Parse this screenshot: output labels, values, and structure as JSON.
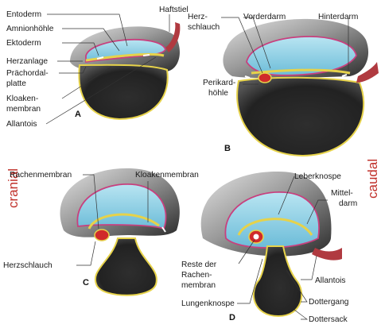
{
  "colors": {
    "shell_dark": "#252525",
    "shell_light": "#cfcfcf",
    "amnion_blue": "#8fd0e6",
    "endoderm_yellow": "#e6d24a",
    "ectoderm_pink": "#c8407e",
    "heart_red": "#d02a2a",
    "accent_side": "#c0302a"
  },
  "side_labels": {
    "cranial": "cranial",
    "caudal": "caudal"
  },
  "panels": {
    "a": "A",
    "b": "B",
    "c": "C",
    "d": "D"
  },
  "panel_a": {
    "entoderm": "Entoderm",
    "amnionhoehle": "Amnionhöhle",
    "ektoderm": "Ektoderm",
    "haftstiel": "Haftstiel",
    "herzanlage": "Herzanlage",
    "praechordal_1": "Prächordal-",
    "praechordal_2": "platte",
    "kloaken_1": "Kloaken-",
    "kloaken_2": "membran",
    "allantois": "Allantois"
  },
  "panel_b": {
    "herz_1": "Herz-",
    "herz_2": "schlauch",
    "vorderdarm": "Vorderdarm",
    "hinterdarm": "Hinterdarm",
    "perikard_1": "Perikard-",
    "perikard_2": "höhle"
  },
  "panel_c": {
    "rachenmembran": "Rachenmembran",
    "kloakenmembran": "Kloakenmembran",
    "herzschlauch": "Herzschlauch"
  },
  "panel_d": {
    "leberknospe": "Leberknospe",
    "mitteldarm_1": "Mittel-",
    "mitteldarm_2": "darm",
    "reste_1": "Reste der",
    "reste_2": "Rachen-",
    "reste_3": "membran",
    "lungenknospe": "Lungenknospe",
    "allantois": "Allantois",
    "dottergang": "Dottergang",
    "dottersack": "Dottersack"
  }
}
